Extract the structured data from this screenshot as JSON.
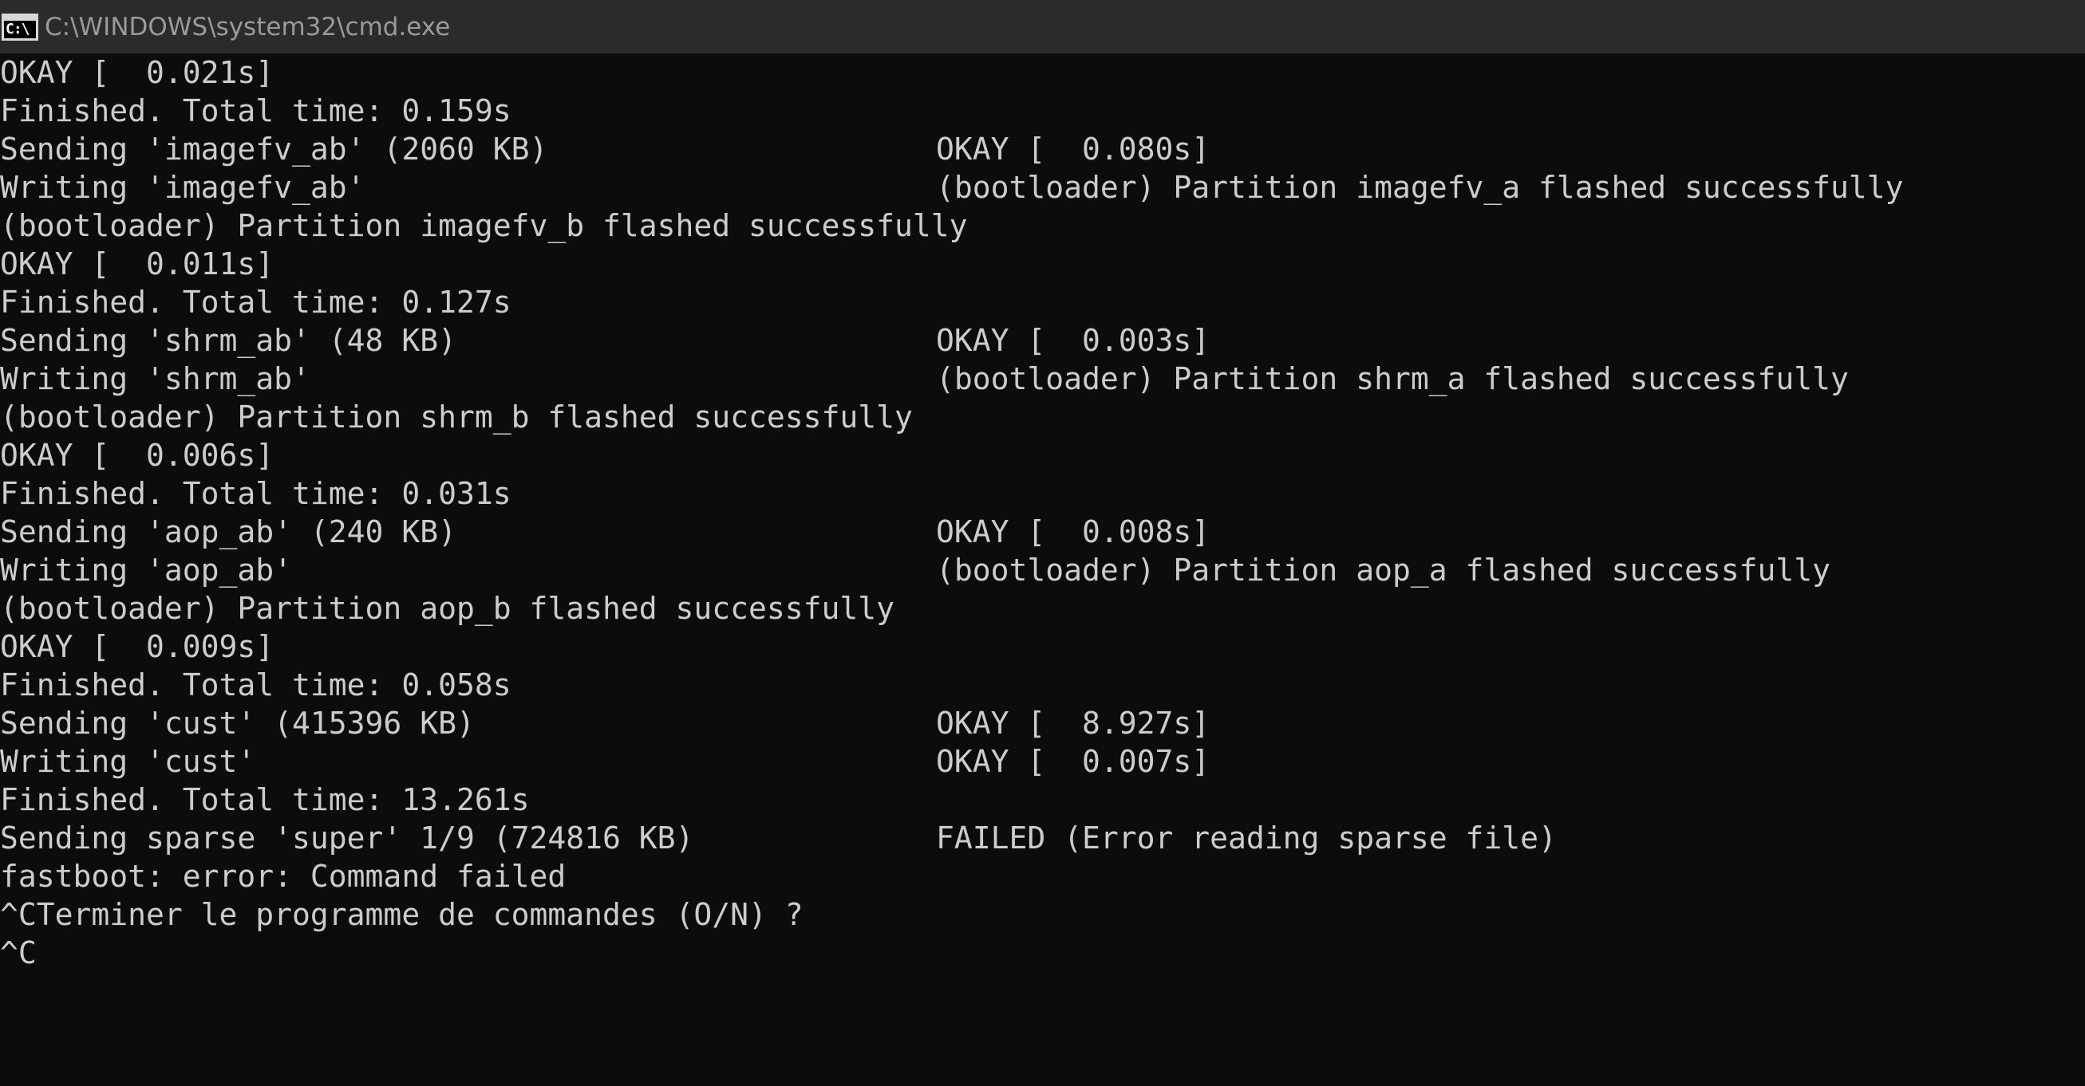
{
  "window": {
    "title": "C:\\WINDOWS\\system32\\cmd.exe",
    "icon_name": "cmd-icon",
    "icon_text": "C:\\"
  },
  "console": {
    "lines": [
      {
        "a": "OKAY [  0.021s]",
        "b": ""
      },
      {
        "a": "Finished. Total time: 0.159s",
        "b": ""
      },
      {
        "a": "Sending 'imagefv_ab' (2060 KB)",
        "b": "OKAY [  0.080s]"
      },
      {
        "a": "Writing 'imagefv_ab'",
        "b": "(bootloader) Partition imagefv_a flashed successfully"
      },
      {
        "a": "(bootloader) Partition imagefv_b flashed successfully",
        "b": ""
      },
      {
        "a": "OKAY [  0.011s]",
        "b": ""
      },
      {
        "a": "Finished. Total time: 0.127s",
        "b": ""
      },
      {
        "a": "Sending 'shrm_ab' (48 KB)",
        "b": "OKAY [  0.003s]"
      },
      {
        "a": "Writing 'shrm_ab'",
        "b": "(bootloader) Partition shrm_a flashed successfully"
      },
      {
        "a": "(bootloader) Partition shrm_b flashed successfully",
        "b": ""
      },
      {
        "a": "OKAY [  0.006s]",
        "b": ""
      },
      {
        "a": "Finished. Total time: 0.031s",
        "b": ""
      },
      {
        "a": "Sending 'aop_ab' (240 KB)",
        "b": "OKAY [  0.008s]"
      },
      {
        "a": "Writing 'aop_ab'",
        "b": "(bootloader) Partition aop_a flashed successfully"
      },
      {
        "a": "(bootloader) Partition aop_b flashed successfully",
        "b": ""
      },
      {
        "a": "OKAY [  0.009s]",
        "b": ""
      },
      {
        "a": "Finished. Total time: 0.058s",
        "b": ""
      },
      {
        "a": "Sending 'cust' (415396 KB)",
        "b": "OKAY [  8.927s]"
      },
      {
        "a": "Writing 'cust'",
        "b": "OKAY [  0.007s]"
      },
      {
        "a": "Finished. Total time: 13.261s",
        "b": ""
      },
      {
        "a": "Sending sparse 'super' 1/9 (724816 KB)",
        "b": "FAILED (Error reading sparse file)"
      },
      {
        "a": "fastboot: error: Command failed",
        "b": ""
      },
      {
        "a": "^CTerminer le programme de commandes (O/N) ?",
        "b": ""
      },
      {
        "a": "^C",
        "b": ""
      }
    ]
  },
  "colors": {
    "background": "#0c0c0c",
    "text": "#cccccc",
    "titlebar": "#2b2b2b",
    "title_text": "#9a9a9a"
  }
}
